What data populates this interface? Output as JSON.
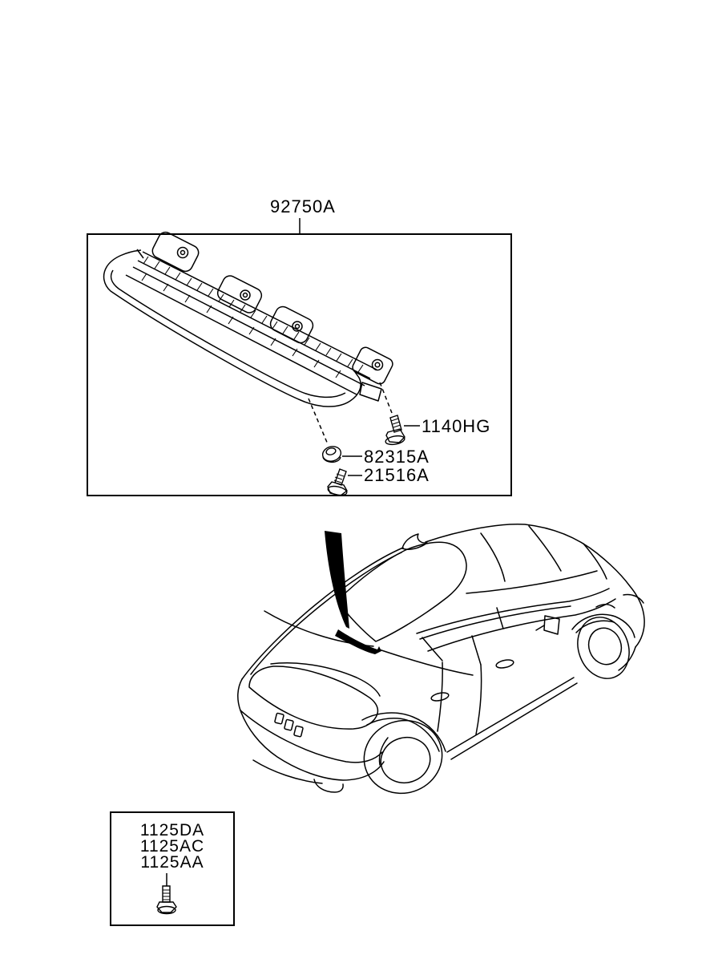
{
  "colors": {
    "background": "#ffffff",
    "line": "#000000"
  },
  "assembly": {
    "label": "92750A"
  },
  "callouts": [
    {
      "label": "1140HG",
      "icon": "bolt-icon"
    },
    {
      "label": "82315A",
      "icon": "grommet-icon"
    },
    {
      "label": "21516A",
      "icon": "screw-icon"
    }
  ],
  "hardware_box": {
    "labels": [
      "1125DA",
      "1125AC",
      "1125AA"
    ],
    "icon": "bolt-icon"
  }
}
